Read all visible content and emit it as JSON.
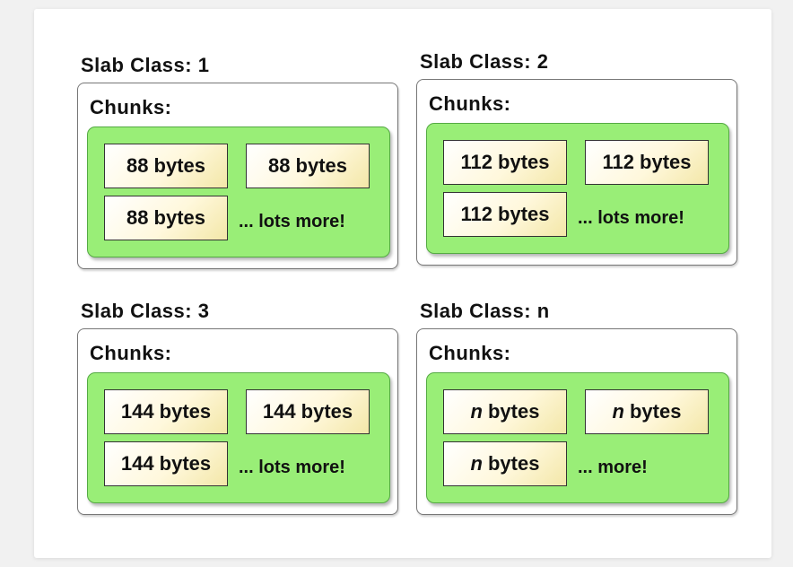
{
  "chunks_label": "Chunks:",
  "slab_classes": [
    {
      "title": "Slab Class: 1",
      "chunks": [
        "88 bytes",
        "88 bytes",
        "88 bytes"
      ],
      "more": "... lots more!"
    },
    {
      "title": "Slab Class: 2",
      "chunks": [
        "112 bytes",
        "112 bytes",
        "112 bytes"
      ],
      "more": "... lots more!"
    },
    {
      "title": "Slab Class: 3",
      "chunks": [
        "144 bytes",
        "144 bytes",
        "144 bytes"
      ],
      "more": "... lots more!"
    },
    {
      "title": "Slab Class: n",
      "chunk_var": "n",
      "chunk_unit": "bytes",
      "more": "... more!"
    }
  ],
  "colors": {
    "pool_fill": "#99ee77",
    "chunk_fill": "#fff8dc",
    "border": "#333333"
  }
}
